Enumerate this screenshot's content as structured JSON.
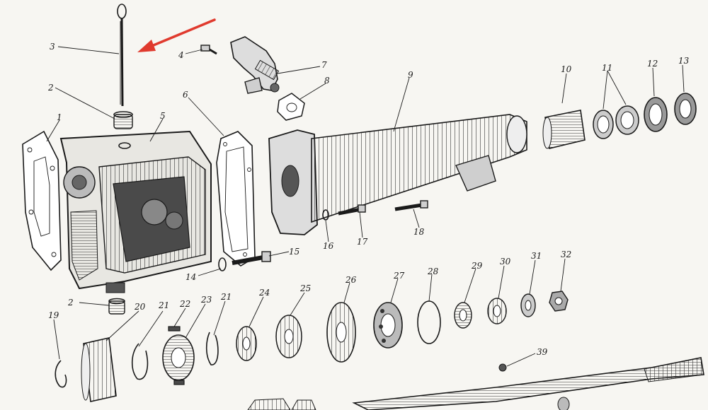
{
  "colors": {
    "ink": "#1a1a1a",
    "paper": "#f7f6f2",
    "arrow": "#e03a2e"
  },
  "labels": {
    "l1": "1",
    "l2a": "2",
    "l2b": "2",
    "l3": "3",
    "l4": "4",
    "l5": "5",
    "l6": "6",
    "l7": "7",
    "l8": "8",
    "l9": "9",
    "l10": "10",
    "l11": "11",
    "l12": "12",
    "l13": "13",
    "l14": "14",
    "l15": "15",
    "l16": "16",
    "l17": "17",
    "l18": "18",
    "l19": "19",
    "l20": "20",
    "l21a": "21",
    "l21b": "21",
    "l22": "22",
    "l23": "23",
    "l24": "24",
    "l25": "25",
    "l26": "26",
    "l27": "27",
    "l28": "28",
    "l29": "29",
    "l30": "30",
    "l31": "31",
    "l32": "32",
    "l39": "39"
  }
}
